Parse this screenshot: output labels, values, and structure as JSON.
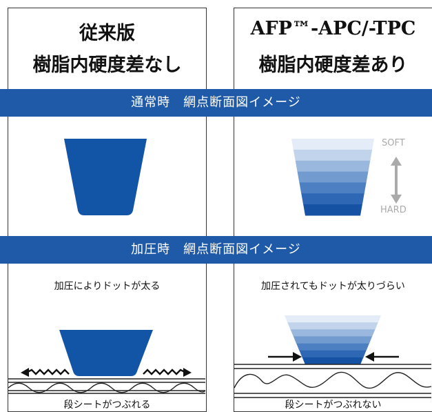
{
  "left_panel": {
    "title_line1": "従来版",
    "title_line2": "樹脂内硬度差なし",
    "pressure_caption": "加圧によりドットが太る",
    "bottom_caption": "段シートがつぶれる"
  },
  "right_panel": {
    "title_line1": "AFP™-APC/-TPC",
    "title_line2": "樹脂内硬度差あり",
    "pressure_caption": "加圧されてもドットが太りづらい",
    "bottom_caption": "段シートがつぶれない",
    "scale_top": "SOFT",
    "scale_bottom": "HARD"
  },
  "banners": {
    "normal": "通常時　網点断面図イメージ",
    "pressure": "加圧時　網点断面図イメージ"
  },
  "colors": {
    "brand_blue": "#1f5aa8",
    "dot_blue": "#1255a6",
    "frame": "#333333",
    "gradient": [
      "#e4ecf7",
      "#c2d4ec",
      "#9ab8de",
      "#729cd0",
      "#4d80c2",
      "#2e68b4",
      "#1652a3"
    ],
    "scale_gray": "#aaaaaa"
  },
  "icons": [
    "zigzag-arrow-left-icon",
    "zigzag-arrow-right-icon",
    "arrow-right-icon",
    "arrow-left-icon",
    "up-down-arrow-icon"
  ]
}
